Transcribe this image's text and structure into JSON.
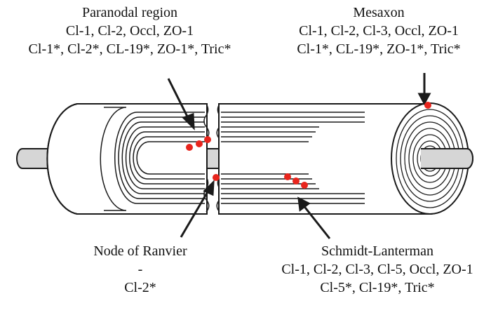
{
  "labels": {
    "paranodal": {
      "title": "Paranodal region",
      "line1": "Cl-1, Cl-2, Occl, ZO-1",
      "line2": "Cl-1*, Cl-2*, CL-19*, ZO-1*, Tric*"
    },
    "mesaxon": {
      "title": "Mesaxon",
      "line1": "Cl-1, Cl-2, Cl-3, Occl, ZO-1",
      "line2": "Cl-1*, CL-19*, ZO-1*, Tric*"
    },
    "node": {
      "title": "Node of Ranvier",
      "line1": "-",
      "line2": "Cl-2*"
    },
    "schmidt": {
      "title": "Schmidt-Lanterman",
      "line1": "Cl-1, Cl-2, Cl-3, Cl-5, Occl, ZO-1",
      "line2": "Cl-5*, Cl-19*, Tric*"
    }
  },
  "colors": {
    "marker": "#e8251d",
    "line": "#1a1a1a",
    "axon_fill": "#d6d6d6",
    "myelin_fill": "#ffffff"
  }
}
